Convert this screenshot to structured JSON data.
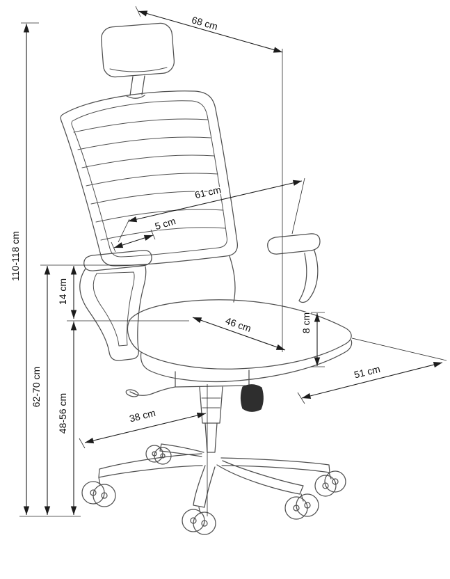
{
  "diagram": {
    "subject": "office chair dimension drawing",
    "line_color": "#4f4f4f",
    "dimension_color": "#1c1c1c",
    "labels": {
      "headrest_width": "68 cm",
      "overall_height": "110-118 cm",
      "backrest_width": "61 cm",
      "armrest_offset": "5 cm",
      "armrest_height": "14 cm",
      "armrest_floor_height": "62-70 cm",
      "seat_height": "48-56 cm",
      "seat_width": "46 cm",
      "cushion_thickness": "8 cm",
      "seat_depth": "51 cm",
      "base_leg_span": "38 cm"
    }
  }
}
